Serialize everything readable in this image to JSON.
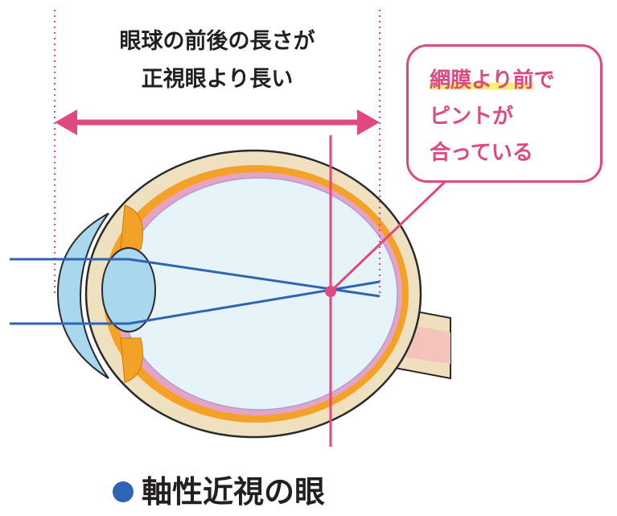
{
  "measure_label": {
    "line1": "眼球の前後の長さが",
    "line2": "正視眼より長い"
  },
  "callout": {
    "highlighted": "網膜より前",
    "line1_rest": "で",
    "line2": "ピントが",
    "line3": "合っている"
  },
  "caption": "軸性近視の眼",
  "colors": {
    "accent_pink": "#e04880",
    "light_ray_blue": "#2e63b6",
    "sclera_beige": "#efe1c0",
    "choroid_orange": "#f4a227",
    "eye_interior": "#e6f4fa",
    "lens_blue": "#a9d7ee",
    "optic_nerve": "#f5c3bb",
    "highlight_yellow": "#fbef7a"
  }
}
